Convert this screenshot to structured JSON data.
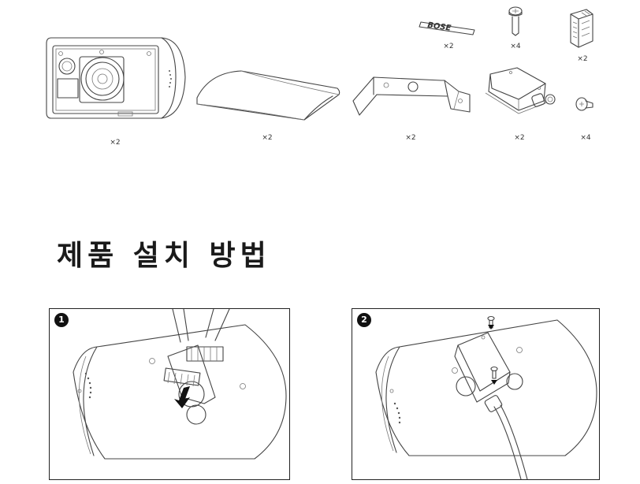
{
  "parts": [
    {
      "name": "speaker",
      "qty": "×2"
    },
    {
      "name": "grille-cover",
      "qty": "×2"
    },
    {
      "name": "mounting-bracket",
      "qty": "×2"
    },
    {
      "name": "connector-cover",
      "qty": "×2"
    },
    {
      "name": "bracket-screw",
      "qty": "×4"
    },
    {
      "name": "logo-badge",
      "qty": "×2"
    },
    {
      "name": "cover-screw",
      "qty": "×4"
    },
    {
      "name": "terminal-connector",
      "qty": "×2"
    }
  ],
  "logo_text": "BOSE",
  "section_title": "제품 설치 방법",
  "steps": [
    {
      "number": "1"
    },
    {
      "number": "2"
    }
  ]
}
